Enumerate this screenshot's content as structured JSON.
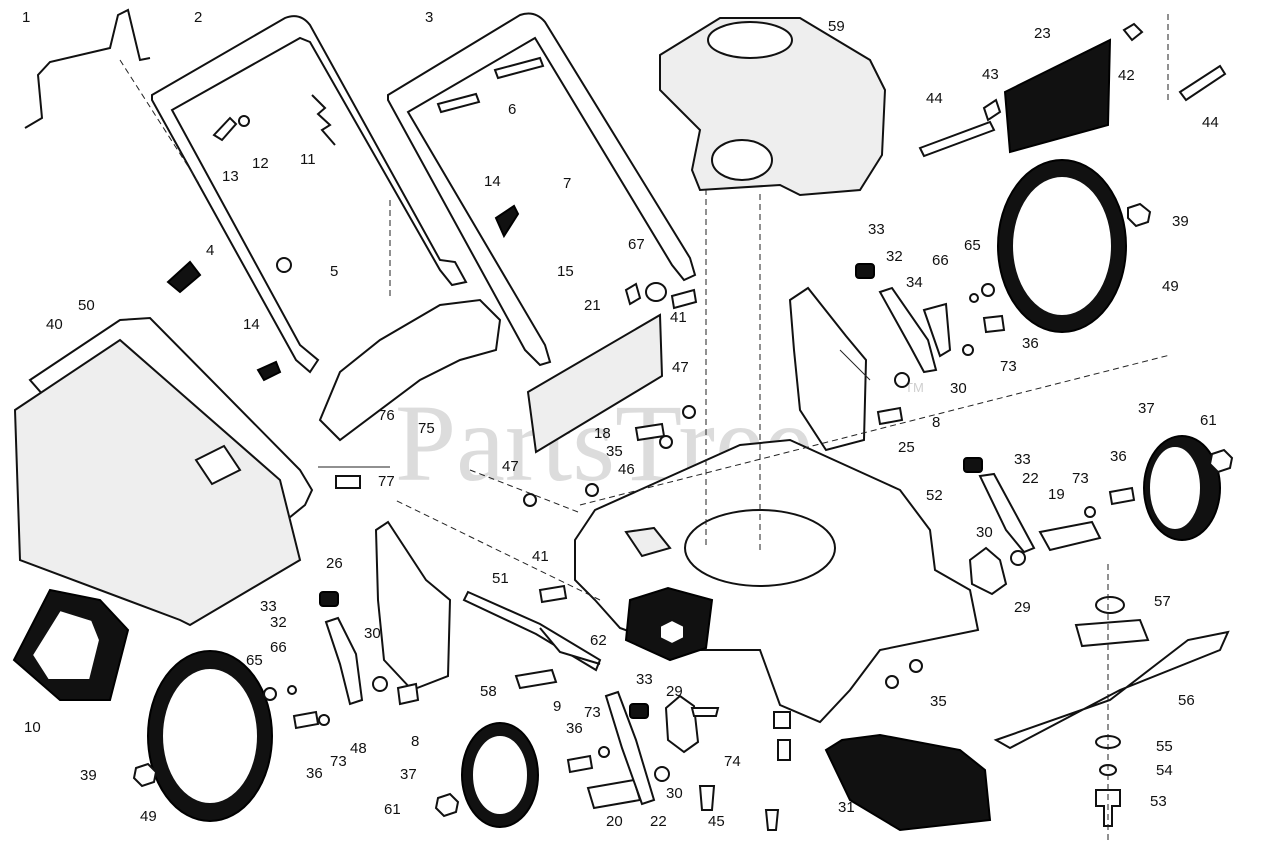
{
  "watermark": {
    "text": "PartsTree",
    "tm": "TM"
  },
  "parts": [
    {
      "id": "p1",
      "n": "1"
    },
    {
      "id": "p2",
      "n": "2"
    },
    {
      "id": "p3",
      "n": "3"
    },
    {
      "id": "p4",
      "n": "4"
    },
    {
      "id": "p5",
      "n": "5"
    },
    {
      "id": "p6",
      "n": "6"
    },
    {
      "id": "p7",
      "n": "7"
    },
    {
      "id": "p8a",
      "n": "8"
    },
    {
      "id": "p8b",
      "n": "8"
    },
    {
      "id": "p9",
      "n": "9"
    },
    {
      "id": "p10",
      "n": "10"
    },
    {
      "id": "p11",
      "n": "11"
    },
    {
      "id": "p12",
      "n": "12"
    },
    {
      "id": "p13",
      "n": "13"
    },
    {
      "id": "p14a",
      "n": "14"
    },
    {
      "id": "p14b",
      "n": "14"
    },
    {
      "id": "p15",
      "n": "15"
    },
    {
      "id": "p18",
      "n": "18"
    },
    {
      "id": "p19",
      "n": "19"
    },
    {
      "id": "p20",
      "n": "20"
    },
    {
      "id": "p21",
      "n": "21"
    },
    {
      "id": "p22a",
      "n": "22"
    },
    {
      "id": "p22b",
      "n": "22"
    },
    {
      "id": "p23",
      "n": "23"
    },
    {
      "id": "p25",
      "n": "25"
    },
    {
      "id": "p26",
      "n": "26"
    },
    {
      "id": "p29a",
      "n": "29"
    },
    {
      "id": "p29b",
      "n": "29"
    },
    {
      "id": "p30a",
      "n": "30"
    },
    {
      "id": "p30b",
      "n": "30"
    },
    {
      "id": "p30c",
      "n": "30"
    },
    {
      "id": "p30d",
      "n": "30"
    },
    {
      "id": "p31",
      "n": "31"
    },
    {
      "id": "p32a",
      "n": "32"
    },
    {
      "id": "p32b",
      "n": "32"
    },
    {
      "id": "p33a",
      "n": "33"
    },
    {
      "id": "p33b",
      "n": "33"
    },
    {
      "id": "p33c",
      "n": "33"
    },
    {
      "id": "p33d",
      "n": "33"
    },
    {
      "id": "p34",
      "n": "34"
    },
    {
      "id": "p35a",
      "n": "35"
    },
    {
      "id": "p35b",
      "n": "35"
    },
    {
      "id": "p36a",
      "n": "36"
    },
    {
      "id": "p36b",
      "n": "36"
    },
    {
      "id": "p36c",
      "n": "36"
    },
    {
      "id": "p36d",
      "n": "36"
    },
    {
      "id": "p37a",
      "n": "37"
    },
    {
      "id": "p37b",
      "n": "37"
    },
    {
      "id": "p39a",
      "n": "39"
    },
    {
      "id": "p39b",
      "n": "39"
    },
    {
      "id": "p40",
      "n": "40"
    },
    {
      "id": "p41a",
      "n": "41"
    },
    {
      "id": "p41b",
      "n": "41"
    },
    {
      "id": "p42",
      "n": "42"
    },
    {
      "id": "p43",
      "n": "43"
    },
    {
      "id": "p44a",
      "n": "44"
    },
    {
      "id": "p44b",
      "n": "44"
    },
    {
      "id": "p45",
      "n": "45"
    },
    {
      "id": "p46",
      "n": "46"
    },
    {
      "id": "p47a",
      "n": "47"
    },
    {
      "id": "p47b",
      "n": "47"
    },
    {
      "id": "p48",
      "n": "48"
    },
    {
      "id": "p49a",
      "n": "49"
    },
    {
      "id": "p49b",
      "n": "49"
    },
    {
      "id": "p50",
      "n": "50"
    },
    {
      "id": "p51",
      "n": "51"
    },
    {
      "id": "p52",
      "n": "52"
    },
    {
      "id": "p53",
      "n": "53"
    },
    {
      "id": "p54",
      "n": "54"
    },
    {
      "id": "p55",
      "n": "55"
    },
    {
      "id": "p56",
      "n": "56"
    },
    {
      "id": "p57",
      "n": "57"
    },
    {
      "id": "p58",
      "n": "58"
    },
    {
      "id": "p59",
      "n": "59"
    },
    {
      "id": "p61a",
      "n": "61"
    },
    {
      "id": "p61b",
      "n": "61"
    },
    {
      "id": "p62",
      "n": "62"
    },
    {
      "id": "p65a",
      "n": "65"
    },
    {
      "id": "p65b",
      "n": "65"
    },
    {
      "id": "p66a",
      "n": "66"
    },
    {
      "id": "p66b",
      "n": "66"
    },
    {
      "id": "p67",
      "n": "67"
    },
    {
      "id": "p73a",
      "n": "73"
    },
    {
      "id": "p73b",
      "n": "73"
    },
    {
      "id": "p73c",
      "n": "73"
    },
    {
      "id": "p73d",
      "n": "73"
    },
    {
      "id": "p74",
      "n": "74"
    },
    {
      "id": "p75",
      "n": "75"
    },
    {
      "id": "p76",
      "n": "76"
    },
    {
      "id": "p77",
      "n": "77"
    }
  ]
}
